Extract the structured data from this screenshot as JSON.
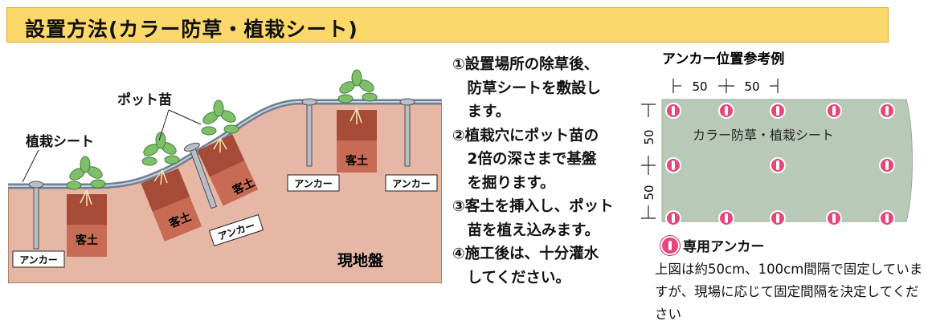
{
  "header": {
    "title": "設置方法(カラー防草・植栽シート)"
  },
  "diagram": {
    "label_pot": "ポット苗",
    "label_sheet": "植栽シート",
    "label_anchor": "アンカー",
    "label_soil": "客土",
    "label_ground": "現地盤"
  },
  "steps": [
    "①設置場所の除草後、\n　防草シートを敷設し\n　ます。",
    "②植栽穴にポット苗の\n　2倍の深さまで基盤\n　を掘ります。",
    "③客土を挿入し、ポット\n　苗を植え込みます。",
    "④施工後は、十分灌水\n　してください。"
  ],
  "layout": {
    "title": "アンカー位置参考例",
    "dim_h1": "50",
    "dim_h2": "50",
    "dim_v1": "50",
    "dim_v2": "50",
    "sheet_label": "カラー防草・植栽シート",
    "legend": "専用アンカー",
    "note": "上図は約50cm、100cm間隔で固定していますが、現場に応じて固定間隔を決定してください"
  },
  "colors": {
    "header_bg": "#fbd86a",
    "ground": "#e7b7a6",
    "sheet": "#b9c9b7",
    "anchor_dot": "#e8457a"
  }
}
